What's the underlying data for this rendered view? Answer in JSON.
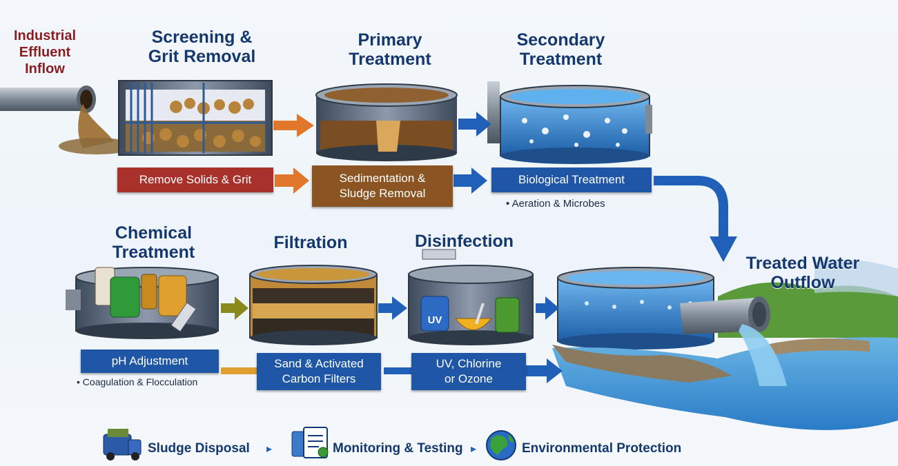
{
  "stages": {
    "inflow": {
      "title": [
        "Industrial",
        "Effluent",
        "Inflow"
      ]
    },
    "screening": {
      "title": [
        "Screening &",
        "Grit Removal"
      ],
      "label": "Remove Solids & Grit"
    },
    "primary": {
      "title": [
        "Primary",
        "Treatment"
      ],
      "label": [
        "Sedimentation &",
        "Sludge Removal"
      ]
    },
    "secondary": {
      "title": [
        "Secondary",
        "Treatment"
      ],
      "label": "Biological Treatment",
      "note": "• Aeration & Microbes"
    },
    "chemical": {
      "title": [
        "Chemical",
        "Treatment"
      ],
      "label": "pH Adjustment",
      "note": "• Coagulation & Flocculation"
    },
    "filtration": {
      "title": "Filtration",
      "label": [
        "Sand & Activated",
        "Carbon Filters"
      ]
    },
    "disinfection": {
      "title": "Disinfection",
      "label": [
        "UV, Chlorine",
        "or Ozone"
      ],
      "bottle_text": "UV"
    },
    "outflow": {
      "title": [
        "Treated Water",
        "Outflow"
      ]
    }
  },
  "footer": {
    "items": [
      {
        "label": "Sludge Disposal",
        "icon": "truck-icon"
      },
      {
        "label": "Monitoring & Testing",
        "icon": "clipboard-icon"
      },
      {
        "label": "Environmental Protection",
        "icon": "globe-icon"
      }
    ],
    "separator": "▸"
  },
  "colors": {
    "title_blue": "#14386e",
    "inflow_red": "#8a1d22",
    "label_red": "#a8312b",
    "label_brown": "#8a5522",
    "label_blue": "#1f56a6",
    "arrow_orange": "#e0772a",
    "arrow_blue": "#2160b8",
    "arrow_olive": "#8a8a1c",
    "water": "#3b8ed8"
  }
}
